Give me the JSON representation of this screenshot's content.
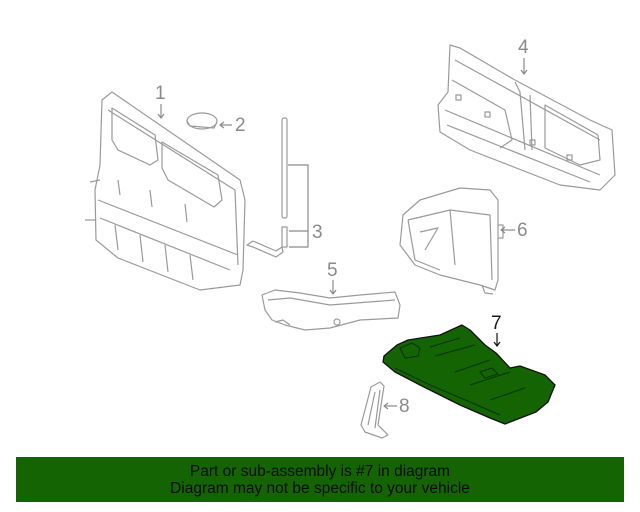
{
  "diagram": {
    "highlight_color": "#146404",
    "line_color": "#9a9a9a",
    "callouts": [
      {
        "number": "1",
        "part": "radiator-support-panel"
      },
      {
        "number": "2",
        "part": "plug-cap"
      },
      {
        "number": "3",
        "part": "seal-strip-set"
      },
      {
        "number": "4",
        "part": "air-duct-shroud-upper"
      },
      {
        "number": "5",
        "part": "support-bracket"
      },
      {
        "number": "6",
        "part": "air-duct"
      },
      {
        "number": "7",
        "part": "splash-shield-lower-cover",
        "highlighted": true
      },
      {
        "number": "8",
        "part": "mounting-bracket"
      }
    ]
  },
  "banner": {
    "background_color": "#146404",
    "line1": "Part or sub-assembly is #7 in diagram",
    "line2": "Diagram may not be specific to your vehicle"
  }
}
